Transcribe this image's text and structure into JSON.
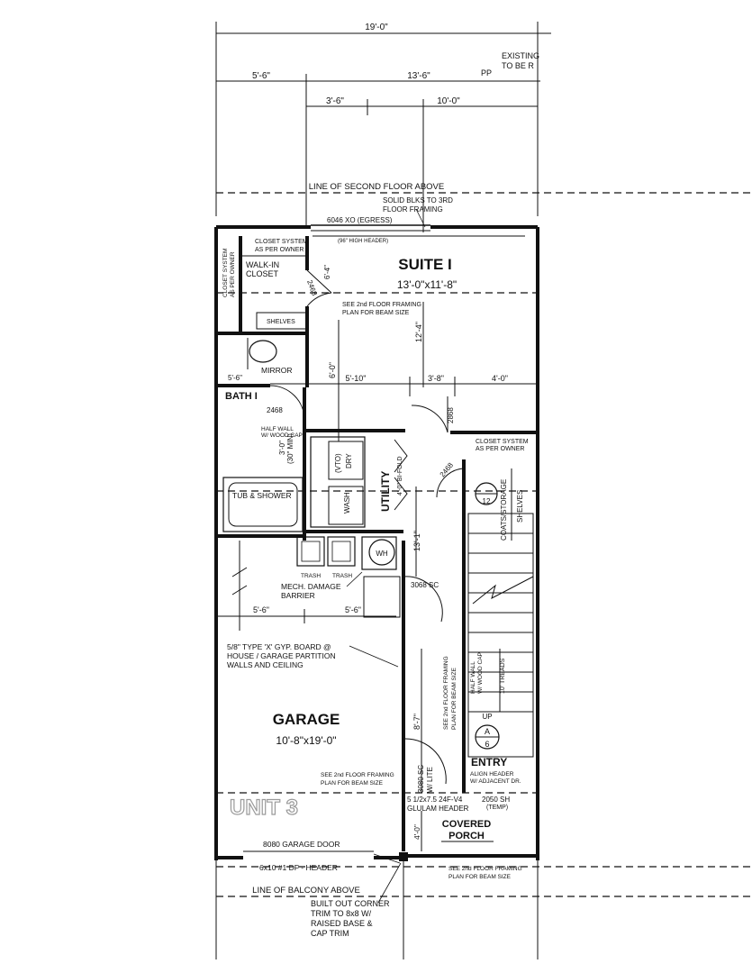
{
  "dimensions": {
    "overall_width": "19'-0\"",
    "left_segment": "5'-6\"",
    "right_segment": "13'-6\"",
    "mid_a": "3'-6\"",
    "mid_b": "10'-0\"",
    "suite_vertical": "12'-4\"",
    "bath_vertical": "6'-0\"",
    "row_a": "5'-10\"",
    "row_b": "3'-8\"",
    "row_c": "4'-0\"",
    "bath_width": "5'-6\"",
    "utility_vertical": "13'-1\"",
    "garage_left": "5'-6\"",
    "garage_mid": "5'-6\"",
    "entry_vertical": "8'-7\"",
    "porch_vertical": "4'-0\""
  },
  "notes": {
    "existing_1": "EXISTING",
    "existing_2": "TO BE R",
    "pp": "PP",
    "second_floor_line": "LINE OF SECOND FLOOR ABOVE",
    "solid_blks_1": "SOLID BLKS TO 3RD",
    "solid_blks_2": "FLOOR FRAMING",
    "window_suite": "6046 XO (EGRESS)",
    "high_header": "(96\" HIGH HEADER)",
    "closet_system_1": "CLOSET SYSTEM",
    "closet_system_2": "AS PER OWNER",
    "closet_side_1": "CLOSET SYSTEM",
    "closet_side_2": "AS PER OWNER",
    "walkin_1": "WALK-IN",
    "walkin_2": "CLOSET",
    "shelves": "SHELVES",
    "door_2468_a": "2468",
    "framing_1": "SEE 2nd FLOOR FRAMING",
    "framing_2": "PLAN FOR BEAM SIZE",
    "mirror": "MIRROR",
    "bath": "BATH I",
    "door_2468_b": "2468",
    "half_wall_1": "HALF WALL",
    "half_wall_2": "W/ WOOD CAP",
    "min_30": "(30\" MIN)",
    "dim_3_0": "3'-0\"",
    "vto_dry_1": "(VTO)",
    "vto_dry_2": "DRY",
    "wash": "WASH",
    "utility": "UTILITY",
    "door_2868": "2868",
    "closet_entry_1": "CLOSET SYSTEM",
    "closet_entry_2": "AS PER OWNER",
    "door_2468_c": "2468",
    "bifold": "4'-0\" BI-FOLD",
    "section_12": "12",
    "coats": "COATS/STORAGE",
    "shelves_v": "SHELVES",
    "tub": "TUB & SHOWER",
    "trash_1": "TRASH",
    "trash_2": "TRASH",
    "wh": "WH",
    "mech_1": "MECH. DAMAGE",
    "mech_2": "BARRIER",
    "door_3068": "3068 SC",
    "gyp_1": "5/8\" TYPE 'X' GYP. BOARD @",
    "gyp_2": "HOUSE / GARAGE PARTITION",
    "gyp_3": "WALLS AND CEILING",
    "framing_v_1": "SEE 2nd FLOOR FRAMING",
    "framing_v_2": "PLAN FOR BEAM SIZE",
    "half_wall_v_1": "HALF WALL",
    "half_wall_v_2": "W/ WOOD CAP",
    "treads": "10' TREADS",
    "up": "UP",
    "section_a": "A",
    "section_6": "6",
    "entry": "ENTRY",
    "align_1": "ALIGN HEADER",
    "align_2": "W/ ADJACENT DR.",
    "door_3080_1": "3080 SC",
    "door_3080_2": "W/ LITE",
    "framing_g_1": "SEE 2nd FLOOR FRAMING",
    "framing_g_2": "PLAN FOR BEAM SIZE",
    "glulam_1": "5 1/2x7.5 24F-V4",
    "glulam_2": "GLULAM HEADER",
    "door_2050_1": "2050 SH",
    "door_2050_2": "(TEMP)",
    "covered": "COVERED",
    "porch": "PORCH",
    "garage_door": "8080 GARAGE DOOR",
    "header_df": "6x10 #1 DF - HEADER",
    "framing_p_1": "SEE 2nd FLOOR FRAMING",
    "framing_p_2": "PLAN FOR BEAM SIZE",
    "balcony": "LINE OF BALCONY ABOVE",
    "corner_1": "BUILT OUT CORNER",
    "corner_2": "TRIM TO 8x8 W/",
    "corner_3": "RAISED BASE &",
    "corner_4": "CAP TRIM"
  },
  "rooms": {
    "suite_name": "SUITE I",
    "suite_size": "13'-0\"x11'-8\"",
    "garage_name": "GARAGE",
    "garage_size": "10'-8\"x19'-0\"",
    "unit_label": "UNIT 3"
  }
}
